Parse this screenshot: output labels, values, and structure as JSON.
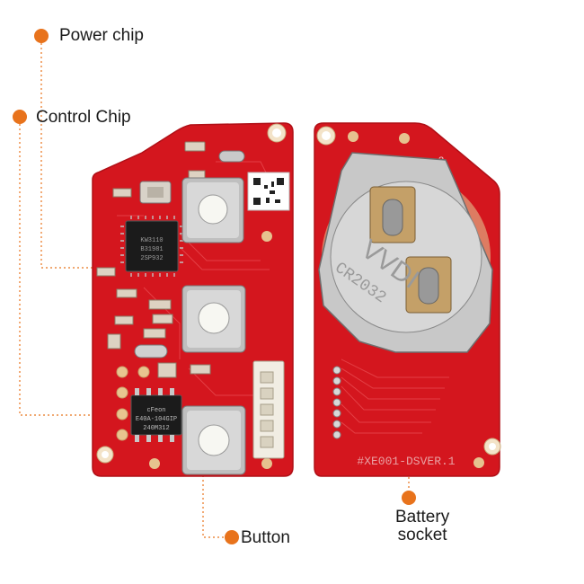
{
  "callouts": {
    "power_chip": "Power chip",
    "control_chip": "Control Chip",
    "button": "Button",
    "battery_socket_line1": "Battery",
    "battery_socket_line2": "socket"
  },
  "board_text": {
    "battery_brand": "VVDI",
    "battery_model": "CR2032",
    "chip1_line1": "KW3110",
    "chip1_line2": "B31981",
    "chip1_line3": "2SP932",
    "chip2_line1": "cFeon",
    "chip2_line2": "E40A-104GIP",
    "chip2_line3": "240M312",
    "silkscreen": "#XE001-DSVER.1",
    "marker_2": "2"
  },
  "colors": {
    "accent": "#e8731c",
    "pcb": "#d4161e"
  }
}
